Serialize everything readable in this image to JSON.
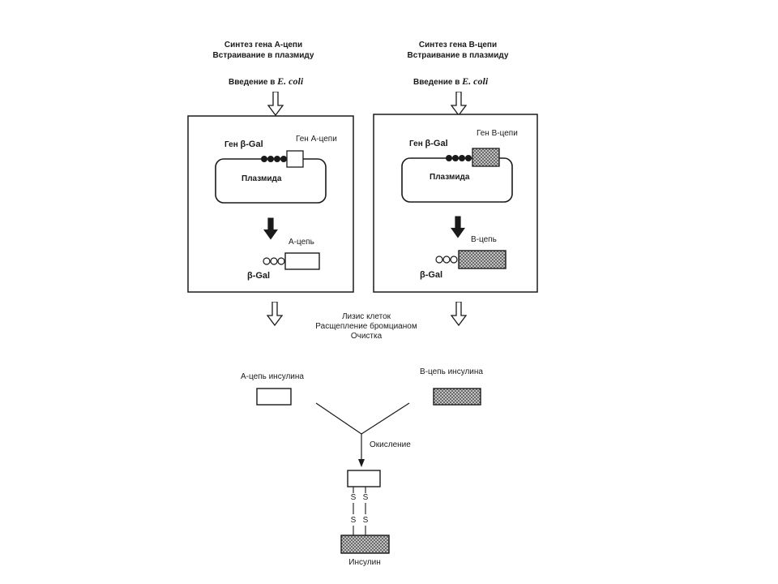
{
  "left_panel": {
    "header_line1": "Синтез гена А-цепи",
    "header_line2": "Встраивание в плазмиду",
    "intro_prefix": "Введение в",
    "intro_organism": "E. coli",
    "gene_label": "Ген А-цепи",
    "gal_gene_prefix": "Ген",
    "gal_gene_name": "β-Gal",
    "plasmid_label": "Плазмида",
    "chain_label": "А-цепь",
    "fusion_label": "β-Gal"
  },
  "right_panel": {
    "header_line1": "Синтез гена В-цепи",
    "header_line2": "Встраивание в плазмиду",
    "intro_prefix": "Введение в",
    "intro_organism": "E. coli",
    "gene_label": "Ген В-цепи",
    "gal_gene_prefix": "Ген",
    "gal_gene_name": "β-Gal",
    "plasmid_label": "Плазмида",
    "chain_label": "В-цепь",
    "fusion_label": "β-Gal"
  },
  "processing": {
    "line1": "Лизис клеток",
    "line2": "Расщепление бромцианом",
    "line3": "Очистка"
  },
  "products": {
    "a_chain": "А-цепь инсулина",
    "b_chain": "В-цепь инсулина",
    "oxidation": "Окисление"
  },
  "insulin": {
    "sulfur_1": "S",
    "sulfur_2": "S",
    "sulfur_3": "S",
    "sulfur_4": "S",
    "label": "Инсулин"
  },
  "colors": {
    "ink": "#1a1a1a",
    "hatch": "#8a8a8a",
    "panel_background": "#ffffff"
  },
  "icons": {
    "open_arrow": "hollow-down-arrow",
    "solid_arrow": "filled-down-arrow"
  }
}
